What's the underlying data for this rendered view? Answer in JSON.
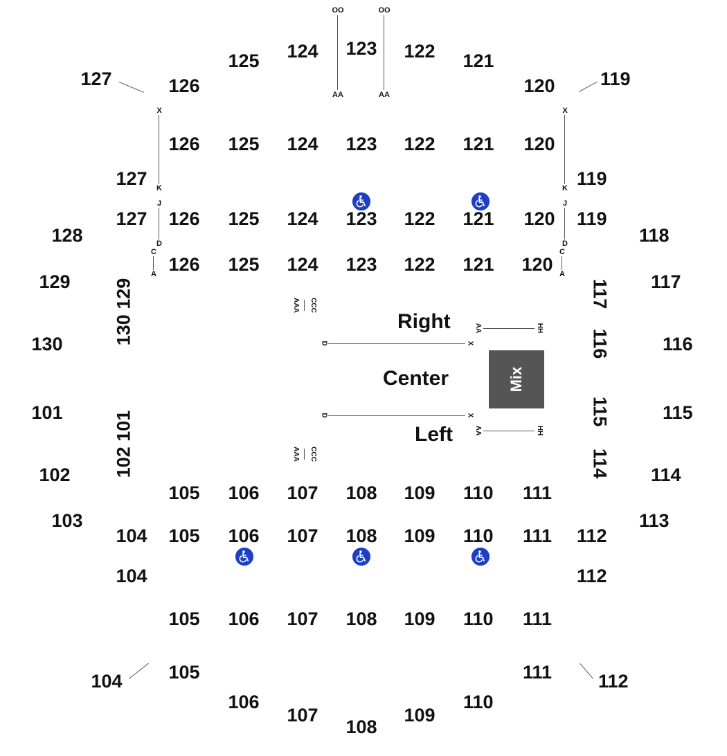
{
  "stage_labels": {
    "right": "Right",
    "center": "Center",
    "left": "Left"
  },
  "mix_label": "Mix",
  "sections": [
    {
      "t": "OO"
    },
    {
      "t": "OO"
    },
    {
      "t": "AA"
    },
    {
      "t": "AA"
    },
    {
      "t": "125"
    },
    {
      "t": "124"
    },
    {
      "t": "123"
    },
    {
      "t": "122"
    },
    {
      "t": "121"
    },
    {
      "t": "127"
    },
    {
      "t": "126"
    },
    {
      "t": "120"
    },
    {
      "t": "119"
    },
    {
      "t": "X"
    },
    {
      "t": "X"
    },
    {
      "t": "126"
    },
    {
      "t": "125"
    },
    {
      "t": "124"
    },
    {
      "t": "123"
    },
    {
      "t": "122"
    },
    {
      "t": "121"
    },
    {
      "t": "120"
    },
    {
      "t": "127"
    },
    {
      "t": "119"
    },
    {
      "t": "K"
    },
    {
      "t": "K"
    },
    {
      "t": "J"
    },
    {
      "t": "J"
    },
    {
      "t": "127"
    },
    {
      "t": "126"
    },
    {
      "t": "125"
    },
    {
      "t": "124"
    },
    {
      "t": "123"
    },
    {
      "t": "122"
    },
    {
      "t": "121"
    },
    {
      "t": "120"
    },
    {
      "t": "119"
    },
    {
      "t": "128"
    },
    {
      "t": "118"
    },
    {
      "t": "D"
    },
    {
      "t": "D"
    },
    {
      "t": "C"
    },
    {
      "t": "C"
    },
    {
      "t": "A"
    },
    {
      "t": "A"
    },
    {
      "t": "126"
    },
    {
      "t": "125"
    },
    {
      "t": "124"
    },
    {
      "t": "123"
    },
    {
      "t": "122"
    },
    {
      "t": "121"
    },
    {
      "t": "120"
    },
    {
      "t": "129"
    },
    {
      "t": "117"
    },
    {
      "t": "130"
    },
    {
      "t": "116"
    },
    {
      "t": "101"
    },
    {
      "t": "115"
    },
    {
      "t": "102"
    },
    {
      "t": "114"
    },
    {
      "t": "105"
    },
    {
      "t": "106"
    },
    {
      "t": "107"
    },
    {
      "t": "108"
    },
    {
      "t": "109"
    },
    {
      "t": "110"
    },
    {
      "t": "111"
    },
    {
      "t": "103"
    },
    {
      "t": "113"
    },
    {
      "t": "104"
    },
    {
      "t": "105"
    },
    {
      "t": "106"
    },
    {
      "t": "107"
    },
    {
      "t": "108"
    },
    {
      "t": "109"
    },
    {
      "t": "110"
    },
    {
      "t": "111"
    },
    {
      "t": "112"
    },
    {
      "t": "104"
    },
    {
      "t": "112"
    },
    {
      "t": "105"
    },
    {
      "t": "106"
    },
    {
      "t": "107"
    },
    {
      "t": "108"
    },
    {
      "t": "109"
    },
    {
      "t": "110"
    },
    {
      "t": "111"
    },
    {
      "t": "104"
    },
    {
      "t": "105"
    },
    {
      "t": "111"
    },
    {
      "t": "112"
    },
    {
      "t": "106"
    },
    {
      "t": "110"
    },
    {
      "t": "107"
    },
    {
      "t": "109"
    },
    {
      "t": "108"
    }
  ],
  "rotated_sections": [
    {
      "t": "130 129"
    },
    {
      "t": "102 101"
    },
    {
      "t": "117"
    },
    {
      "t": "116"
    },
    {
      "t": "115"
    },
    {
      "t": "114"
    }
  ],
  "small_labels": [
    {
      "t": "CCC"
    },
    {
      "t": "AAA"
    },
    {
      "t": "CCC"
    },
    {
      "t": "AAA"
    },
    {
      "t": "D"
    },
    {
      "t": "X"
    },
    {
      "t": "D"
    },
    {
      "t": "X"
    },
    {
      "t": "AA"
    },
    {
      "t": "HH"
    },
    {
      "t": "AA"
    },
    {
      "t": "HH"
    }
  ],
  "wheelchair_icons": 5
}
